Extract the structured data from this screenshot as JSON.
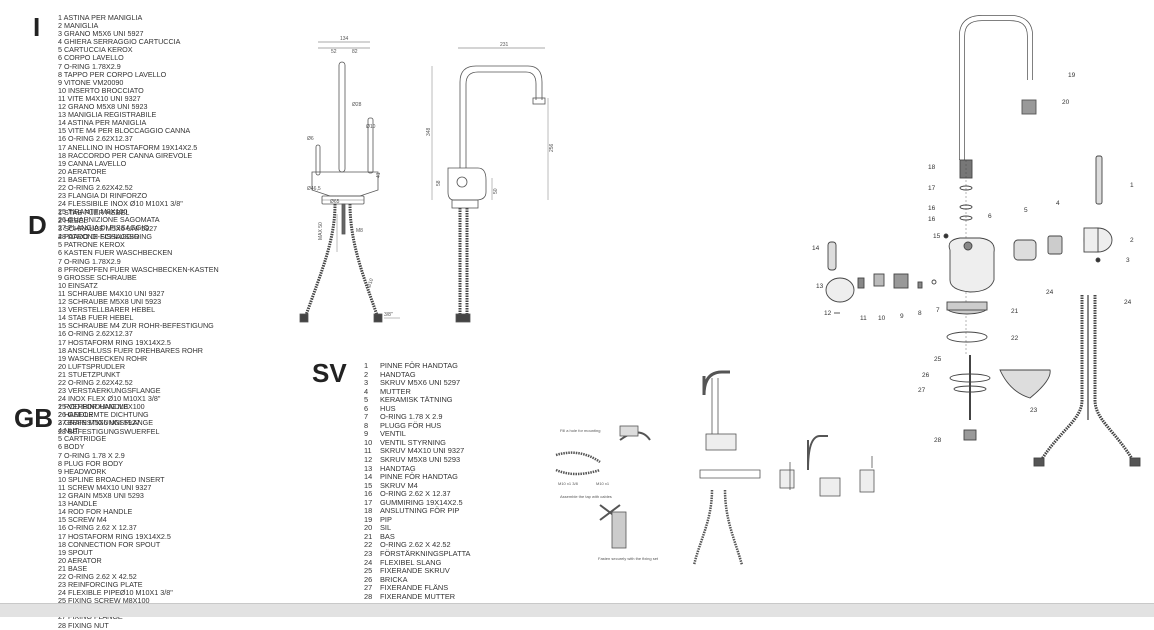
{
  "sections": {
    "it": {
      "code": "I",
      "items": [
        "1 ASTINA PER MANIGLIA",
        "2 MANIGLIA",
        "3 GRANO M5X6 UNI 5927",
        "4 GHIERA SERRAGGIO CARTUCCIA",
        "5 CARTUCCIA KEROX",
        "6 CORPO LAVELLO",
        "7 O-RING 1.78X2.9",
        "8 TAPPO PER CORPO LAVELLO",
        "9 VITONE VM20090",
        "10 INSERTO BROCCIATO",
        "11 VITE M4X10 UNI 9327",
        "12 GRANO M5X8 UNI 5923",
        "13 MANIGLIA REGISTRABILE",
        "14 ASTINA PER MANIGLIA",
        "15 VITE M4 PER BLOCCAGGIO CANNA",
        "16 O-RING 2.62X12.37",
        "17 ANELLINO IN HOSTAFORM 19X14X2.5",
        "18 RACCORDO PER CANNA GIREVOLE",
        "19 CANNA LAVELLO",
        "20 AERATORE",
        "21 BASETTA",
        "22 O-RING 2.62X42.52",
        "23 FLANGIA DI RINFORZO",
        "24 FLESSIBILE INOX  Ø10 M10X1 3/8\"",
        "25 TIRANTE M8X100",
        "26 GUARNIZIONE SAGOMATA",
        "27 FLANGIA DI FISSAGGIO",
        "28 DADO DI FISSAGGIO"
      ]
    },
    "de": {
      "code": "D",
      "items": [
        "1  STAB FUER HEBEL",
        "2  HEBEL",
        "3  SCHRAUBE M5X6 UNI 5927",
        "4  PATRONE-SCHLUSSRING",
        "5  PATRONE KEROX",
        "6  KASTEN FUER WASCHBECKEN",
        "7  O-RING 1.78X2.9",
        "8  PFROEPFEN FUER WASCHBECKEN-KASTEN",
        "9  GROSSE SCHRAUBE",
        "10 EINSATZ",
        "11  SCHRAUBE M4X10 UNI 9327",
        "12  SCHRAUBE M5X8 UNI 5923",
        "13  VERSTELLBARER  HEBEL",
        "14  STAB FUER HEBEL",
        "15  SCHRAUBE M4 ZUR ROHR-BEFESTIGUNG",
        "16  O-RING 2.62X12.37",
        "17  HOSTAFORM RING 19X14X2.5",
        "18  ANSCHLUSS FUER DREHBARES  ROHR",
        "19  WASCHBECKEN ROHR",
        "20  LUFTSPRUDLER",
        "21  STUETZPUNKT",
        "22  O-RING 2.62X42.52",
        "23  VERSTAERKUNGSFLANGE",
        "24  INOX FLEX Ø10 M10X1 3/8\"",
        "25  VERBINDUNG M8X100",
        "26  GEFORMTE DICHTUNG",
        "27  BEFESTIGUNGSFLANGE",
        "28  BEFESTIGUNGSWUERFEL"
      ]
    },
    "gb": {
      "code": "GB",
      "items": [
        "1  ROD FOR HANDLE",
        "2  HANDLE",
        "3  GRAIN M5X6 UNI 5927",
        "4  NUT",
        "5  CARTRIDGE",
        "6  BODY",
        "7  O-RING 1.78 X 2.9",
        "8  PLUG FOR BODY",
        "9  HEADWORK",
        "10  SPLINE BROACHED INSERT",
        "11  SCREW M4X10 UNI 9327",
        "12  GRAIN M5X8 UNI 5293",
        "13  HANDLE",
        "14  ROD FOR HANDLE",
        "15  SCREW M4",
        "16  O-RING 2.62 X 12.37",
        "17  HOSTAFORM RING 19X14X2.5",
        "18  CONNECTION FOR SPOUT",
        "19  SPOUT",
        "20  AERATOR",
        "21  BASE",
        "22  O-RING 2.62 X 42.52",
        "23  REINFORCING PLATE",
        "24  FLEXIBLE PIPEØ10 M10X1 3/8\"",
        "25  FIXING SCREW M8X100",
        "26  WASHER",
        "27  FIXING FLANGE",
        "28  FIXING NUT"
      ]
    },
    "sv": {
      "code": "SV",
      "numbers": [
        "1",
        "2",
        "3",
        "4",
        "5",
        "6",
        "7",
        "8",
        "9",
        "10",
        "11",
        "12",
        "13",
        "14",
        "15",
        "16",
        "17",
        "18",
        "19",
        "20",
        "21",
        "22",
        "23",
        "24",
        "25",
        "26",
        "27",
        "28"
      ],
      "items": [
        "PINNE FÖR HANDTAG",
        "HANDTAG",
        "SKRUV  M5X6 UNI 5297",
        "MUTTER",
        "KERAMISK TÄTNING",
        "HUS",
        "O-RING 1.78 X 2.9",
        "PLUGG FÖR HUS",
        "VENTIL",
        "VENTIL STYRNING",
        "SKRUV M4X10 UNI 9327",
        "SKRUV  M5X8 UNI 5293",
        "HANDTAG",
        "PINNE FÖR HANDTAG",
        "SKRUV M4",
        "O-RING 2.62 X 12.37",
        "GUMMIRING 19X14X2.5",
        "ANSLUTNING FÖR PIP",
        "PIP",
        "SIL",
        "BAS",
        "O-RING 2.62 X 42.52",
        "FÖRSTÄRKNINGSPLATTA",
        "FLEXIBEL SLANG",
        "FIXERANDE SKRUV",
        "BRICKA",
        "FIXERANDE FLÄNS",
        "FIXERANDE MUTTER"
      ]
    }
  },
  "drawing": {
    "dims": {
      "d134": "134",
      "d52": "52",
      "d82": "82",
      "d231": "231",
      "d28": "Ø28",
      "d6": "Ø6",
      "d10": "Ø10",
      "d465": "Ø46,5",
      "d65": "Ø65",
      "d348": "348",
      "d256": "256",
      "d58": "58",
      "d50": "50",
      "d41": "41",
      "max": "MAX 50",
      "m8": "M8",
      "d10b": "Ø10",
      "d38": "3/8\""
    },
    "callouts": [
      "1",
      "2",
      "3",
      "4",
      "5",
      "6",
      "7",
      "8",
      "9",
      "10",
      "11",
      "12",
      "13",
      "14",
      "15",
      "16",
      "16",
      "17",
      "18",
      "19",
      "20",
      "21",
      "22",
      "23",
      "24",
      "24",
      "25",
      "26",
      "27",
      "28"
    ]
  },
  "install": {
    "note1": "Fill a hole for mounting",
    "note2": "Assemble the tap with cables",
    "note3": "Fasten securely with the fixing set",
    "hose_a": "M10 x1 3/8",
    "hose_b": "M10 x1"
  }
}
